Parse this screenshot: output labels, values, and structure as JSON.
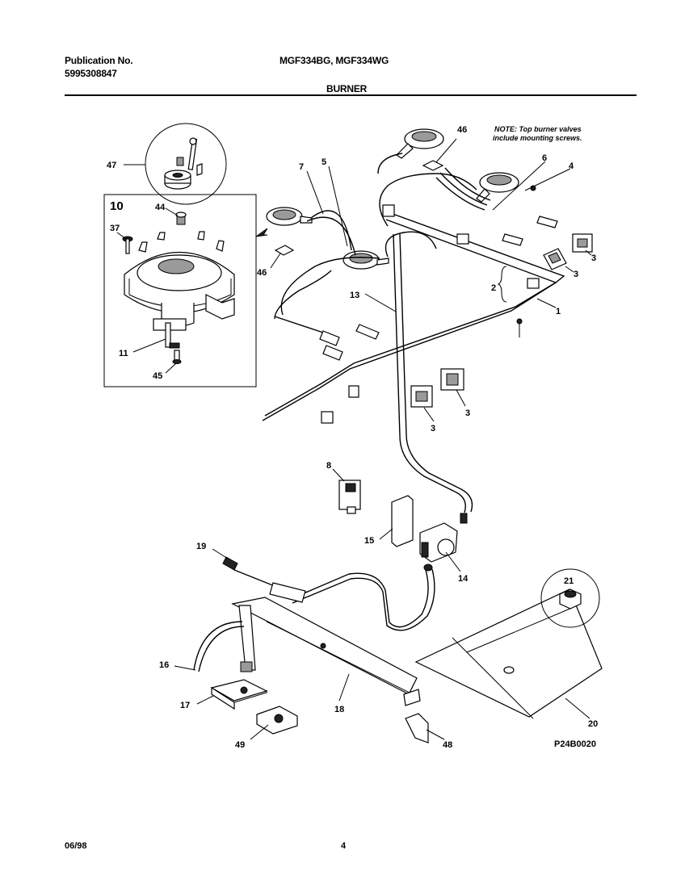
{
  "header": {
    "publication_label": "Publication No.",
    "publication_number": "5995308847",
    "models": "MGF334BG, MGF334WG",
    "section_title": "BURNER"
  },
  "note": {
    "line1": "NOTE: Top burner valves",
    "line2": "include mounting screws."
  },
  "callouts": {
    "p47": "47",
    "p10": "10",
    "p44": "44",
    "p37": "37",
    "p11": "11",
    "p45": "45",
    "p7": "7",
    "p5": "5",
    "p46a": "46",
    "p46b": "46",
    "p13": "13",
    "p6": "6",
    "p4": "4",
    "p3a": "3",
    "p3b": "3",
    "p3c": "3",
    "p3d": "3",
    "p2": "2",
    "p1": "1",
    "p8": "8",
    "p15": "15",
    "p14": "14",
    "p19": "19",
    "p21": "21",
    "p16": "16",
    "p17": "17",
    "p18": "18",
    "p20": "20",
    "p49": "49",
    "p48": "48"
  },
  "diagram_code": "P24B0020",
  "footer": {
    "date": "06/98",
    "page": "4"
  }
}
